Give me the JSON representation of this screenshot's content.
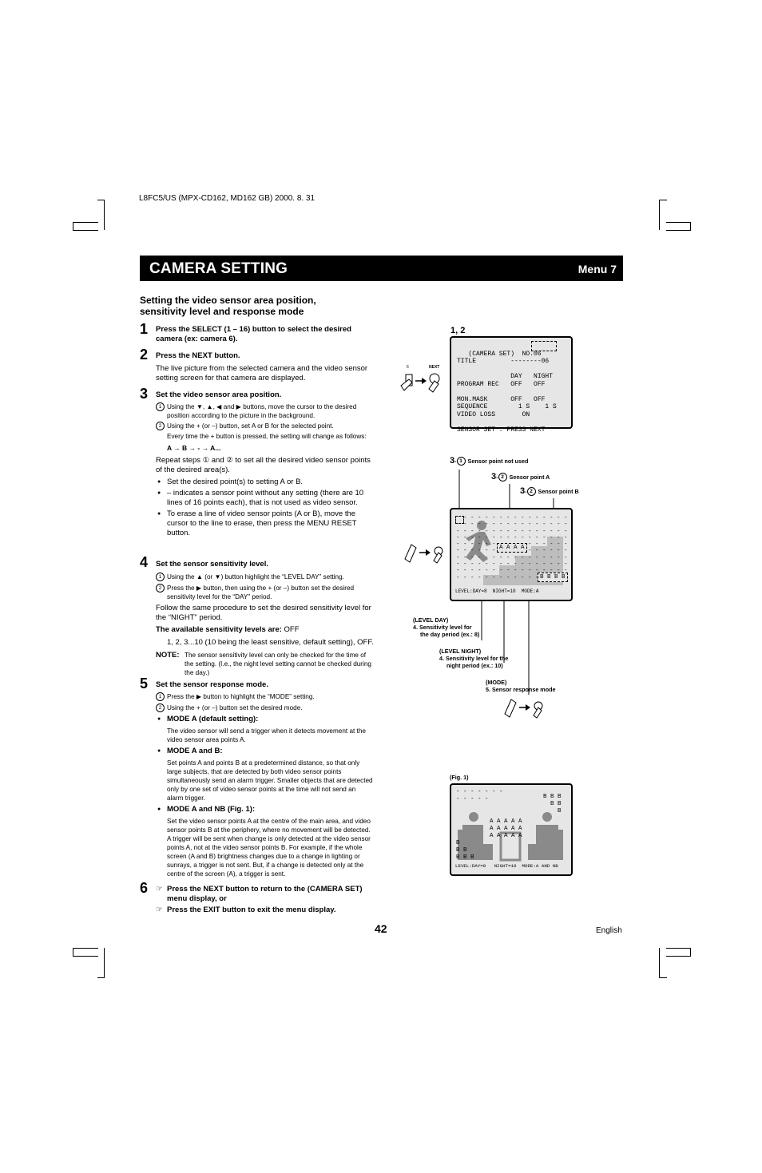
{
  "doc_header": "L8FC5/US (MPX-CD162, MD162 GB) 2000. 8. 31",
  "title": "CAMERA SETTING",
  "menu_label": "Menu 7",
  "section_title_1": "Setting the video sensor area position,",
  "section_title_2": "sensitivity level and response mode",
  "steps": {
    "s1": {
      "num": "1",
      "text": "Press the SELECT (1 – 16) button to select the desired camera (ex: camera 6)."
    },
    "s2": {
      "num": "2",
      "text": "Press the NEXT button.",
      "desc": "The live picture from the selected camera and the video sensor setting screen for that camera are displayed."
    },
    "s3": {
      "num": "3",
      "text": "Set the video sensor area position.",
      "sub1": "Using the ▼, ▲, ◀ and ▶ buttons, move the cursor to the desired position according to the picture in the  background.",
      "sub2": "Using the + (or –) button, set A or B for the selected point.",
      "sub2b": "Every time the + button is pressed, the setting will change as follows:",
      "seq": "A → B → - → A...",
      "repeat": "Repeat steps ① and ② to set all the desired video sensor points of the desired area(s).",
      "b1": "Set the desired point(s) to setting A or B.",
      "b2": "– indicates a sensor point without any setting (there are 10 lines of 16 points each), that is not used as video sensor.",
      "b3": "To erase a line of video sensor points (A or B), move the cursor to the line to erase, then press the MENU RESET button."
    },
    "s4": {
      "num": "4",
      "text": "Set the sensor sensitivity level.",
      "sub1": "Using the ▲ (or ▼) button highlight the “LEVEL DAY” setting.",
      "sub2": "Press the ▶ button, then using the + (or –) button set the desired sensitivity level for the “DAY” period.",
      "follow": "Follow the same procedure to set the desired sensitivity level for the “NIGHT” period.",
      "avail_label": "The available sensitivity levels are:",
      "avail_value": "OFF",
      "levels": "1, 2, 3...10 (10 being the least sensitive, default setting), OFF.",
      "note_label": "NOTE:",
      "note": "The sensor sensitivity level can only be checked for the time of the setting. (I.e., the night level setting cannot be checked during the day.)"
    },
    "s5": {
      "num": "5",
      "text": "Set the sensor response mode.",
      "sub1": "Press the ▶ button to highlight the “MODE” setting.",
      "sub2": "Using the + (or –) button set the desired mode.",
      "m1_title": "MODE A (default setting):",
      "m1": "The video sensor will send a trigger when it detects movement at the video sensor area points A.",
      "m2_title": "MODE A and B:",
      "m2": "Set points A and points B at a predetermined distance, so that only large subjects, that are detected by both video sensor points simultaneously send an alarm trigger. Smaller objects that are detected only by one set of video sensor points at the time will not send an alarm trigger.",
      "m3_title": "MODE A and NB (Fig. 1):",
      "m3": "Set the video sensor points A at the centre of the main area, and video sensor points B at the periphery, where no movement will be detected. A trigger will be sent when change is only detected at the video sensor points A, not at the video sensor points B. For example, if the whole screen (A and B) brightness changes due to a change in lighting or sunrays, a trigger is not sent. But, if a change is detected only at the centre of the screen (A), a trigger is sent."
    },
    "s6": {
      "num": "6",
      "t1": "Press the NEXT button to return to the (CAMERA SET) menu display, or",
      "t2": "Press the EXIT button to exit the menu display."
    }
  },
  "fig_top": {
    "label": "1, 2",
    "key_left": "6",
    "key_right": "NEXT",
    "lines": [
      "   (CAMERA SET)  NO.06",
      "TITLE         --------06",
      "",
      "              DAY   NIGHT",
      "PROGRAM REC   OFF   OFF",
      "",
      "MON.MASK      OFF   OFF",
      "SEQUENCE        1 S    1 S",
      "VIDEO LOSS       ON",
      "",
      "SENSOR SET : PRESS NEXT"
    ]
  },
  "fig_mid": {
    "c1_num": "3",
    "c1": "Sensor point not used",
    "c2_num": "3",
    "c2": "Sensor point A",
    "c3_num": "3",
    "c3": "Sensor point B",
    "row_a": "A A A A",
    "row_b": "B B B B",
    "status": "LEVEL:DAY=8  NIGHT=10  MODE:A",
    "l1a": "(LEVEL DAY)",
    "l1b": "4. Sensitivity level for",
    "l1c": "the day period (ex.: 8)",
    "l2a": "(LEVEL NIGHT)",
    "l2b": "4. Sensitivity level for the",
    "l2c": "night period (ex.: 10)",
    "l3a": "(MODE)",
    "l3b": "5. Sensor response mode"
  },
  "fig1": {
    "label": "(Fig. 1)",
    "tl": "- - - - - - -\n- - - - -",
    "tr": "B B B\n  B B\n    B",
    "center": "A A A A A\nA A A A A\nA A A A A",
    "bl": "B\nB B\nB B B",
    "status": "LEVEL:DAY=8   NIGHT=10  MODE:A AND NB"
  },
  "page_number": "42",
  "language": "English"
}
